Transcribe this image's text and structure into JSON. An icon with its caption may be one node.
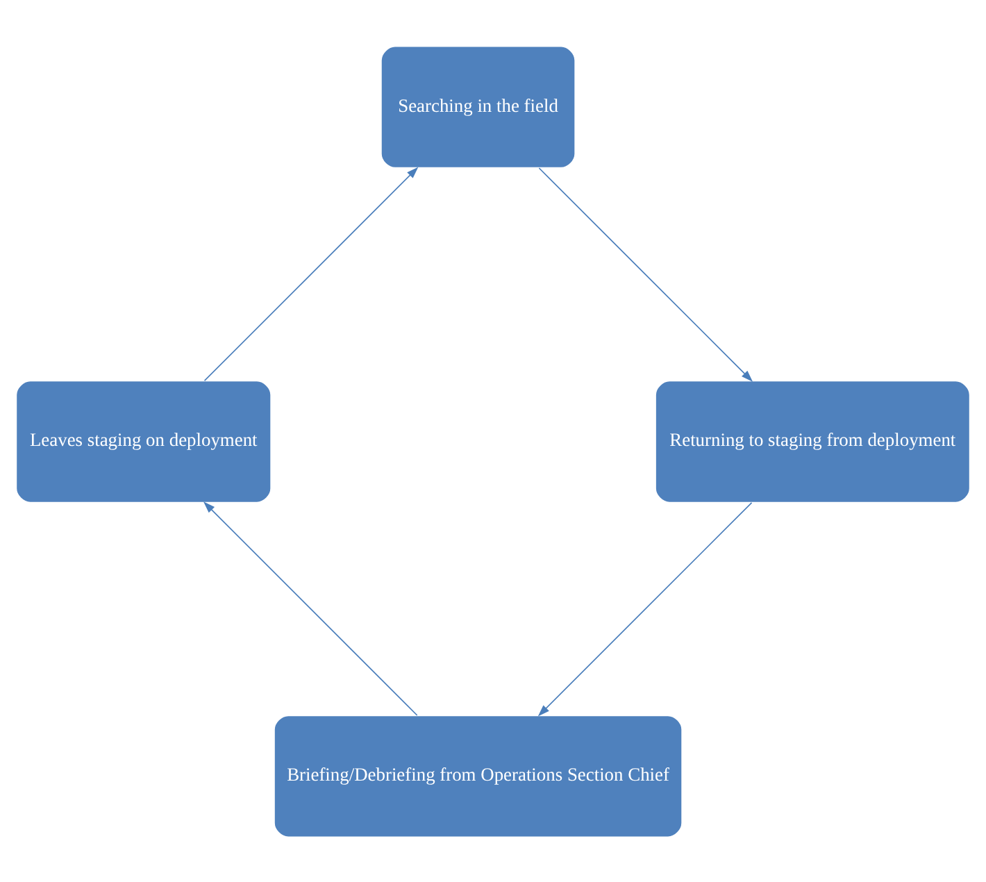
{
  "diagram": {
    "nodes": [
      {
        "text": [
          "Briefing/Debriefing from Operations Section Chief"
        ]
      },
      {
        "text": [
          "Leaves staging on deployment"
        ]
      },
      {
        "text": [
          "Searching in the field"
        ]
      },
      {
        "text": [
          "Returning to staging from deployment"
        ]
      }
    ],
    "edges": [
      {
        "from": 0,
        "to": 1,
        "arrow": "to"
      },
      {
        "from": 1,
        "to": 2,
        "arrow": "to"
      },
      {
        "from": 2,
        "to": 3,
        "arrow": "to"
      },
      {
        "from": 3,
        "to": 0,
        "arrow": "to"
      }
    ]
  }
}
